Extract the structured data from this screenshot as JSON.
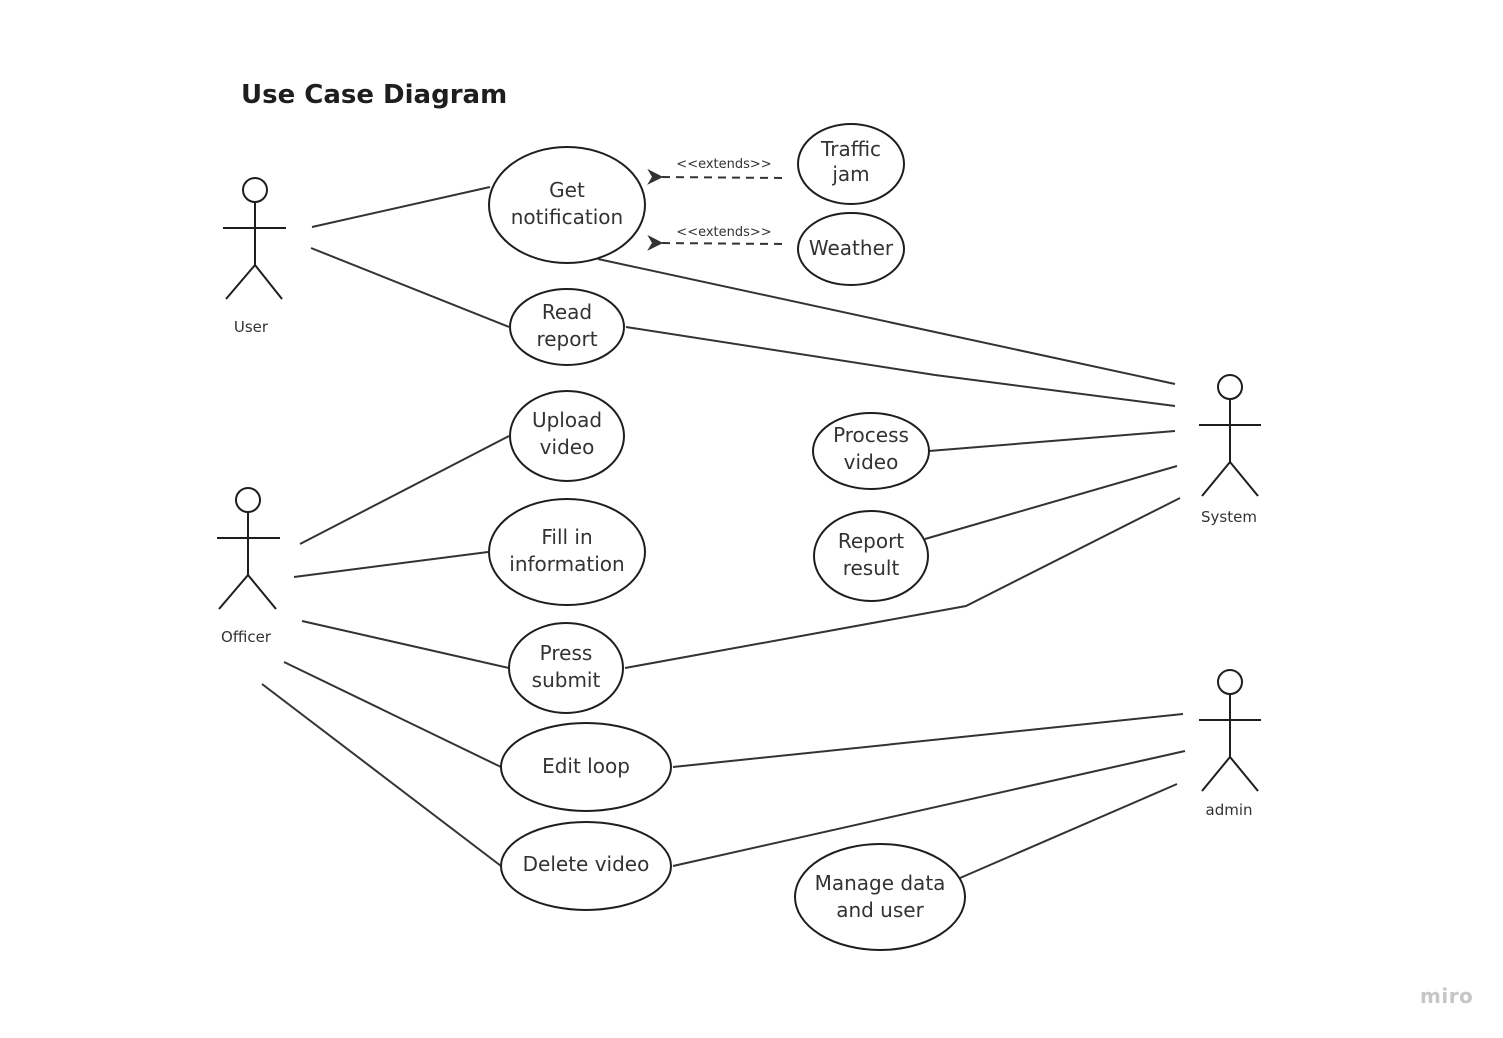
{
  "title": "Use Case Diagram",
  "brand": "miro",
  "colors": {
    "stroke": "#333333",
    "text": "#333333",
    "brand": "#c6c6c6"
  },
  "actors": {
    "user": "User",
    "officer": "Officer",
    "system": "System",
    "admin": "admin"
  },
  "use_cases": {
    "get_notification": [
      "Get",
      "notification"
    ],
    "traffic_jam": [
      "Traffic",
      "jam"
    ],
    "weather": [
      "Weather"
    ],
    "read_report": [
      "Read",
      "report"
    ],
    "upload_video": [
      "Upload",
      "video"
    ],
    "fill_in_information": [
      "Fill in",
      "information"
    ],
    "press_submit": [
      "Press",
      "submit"
    ],
    "edit_loop": [
      "Edit loop"
    ],
    "delete_video": [
      "Delete video"
    ],
    "process_video": [
      "Process",
      "video"
    ],
    "report_result": [
      "Report",
      "result"
    ],
    "manage_data_and_user": [
      "Manage data",
      "and user"
    ]
  },
  "relations": {
    "extends_traffic": "<<extends>>",
    "extends_weather": "<<extends>>"
  }
}
